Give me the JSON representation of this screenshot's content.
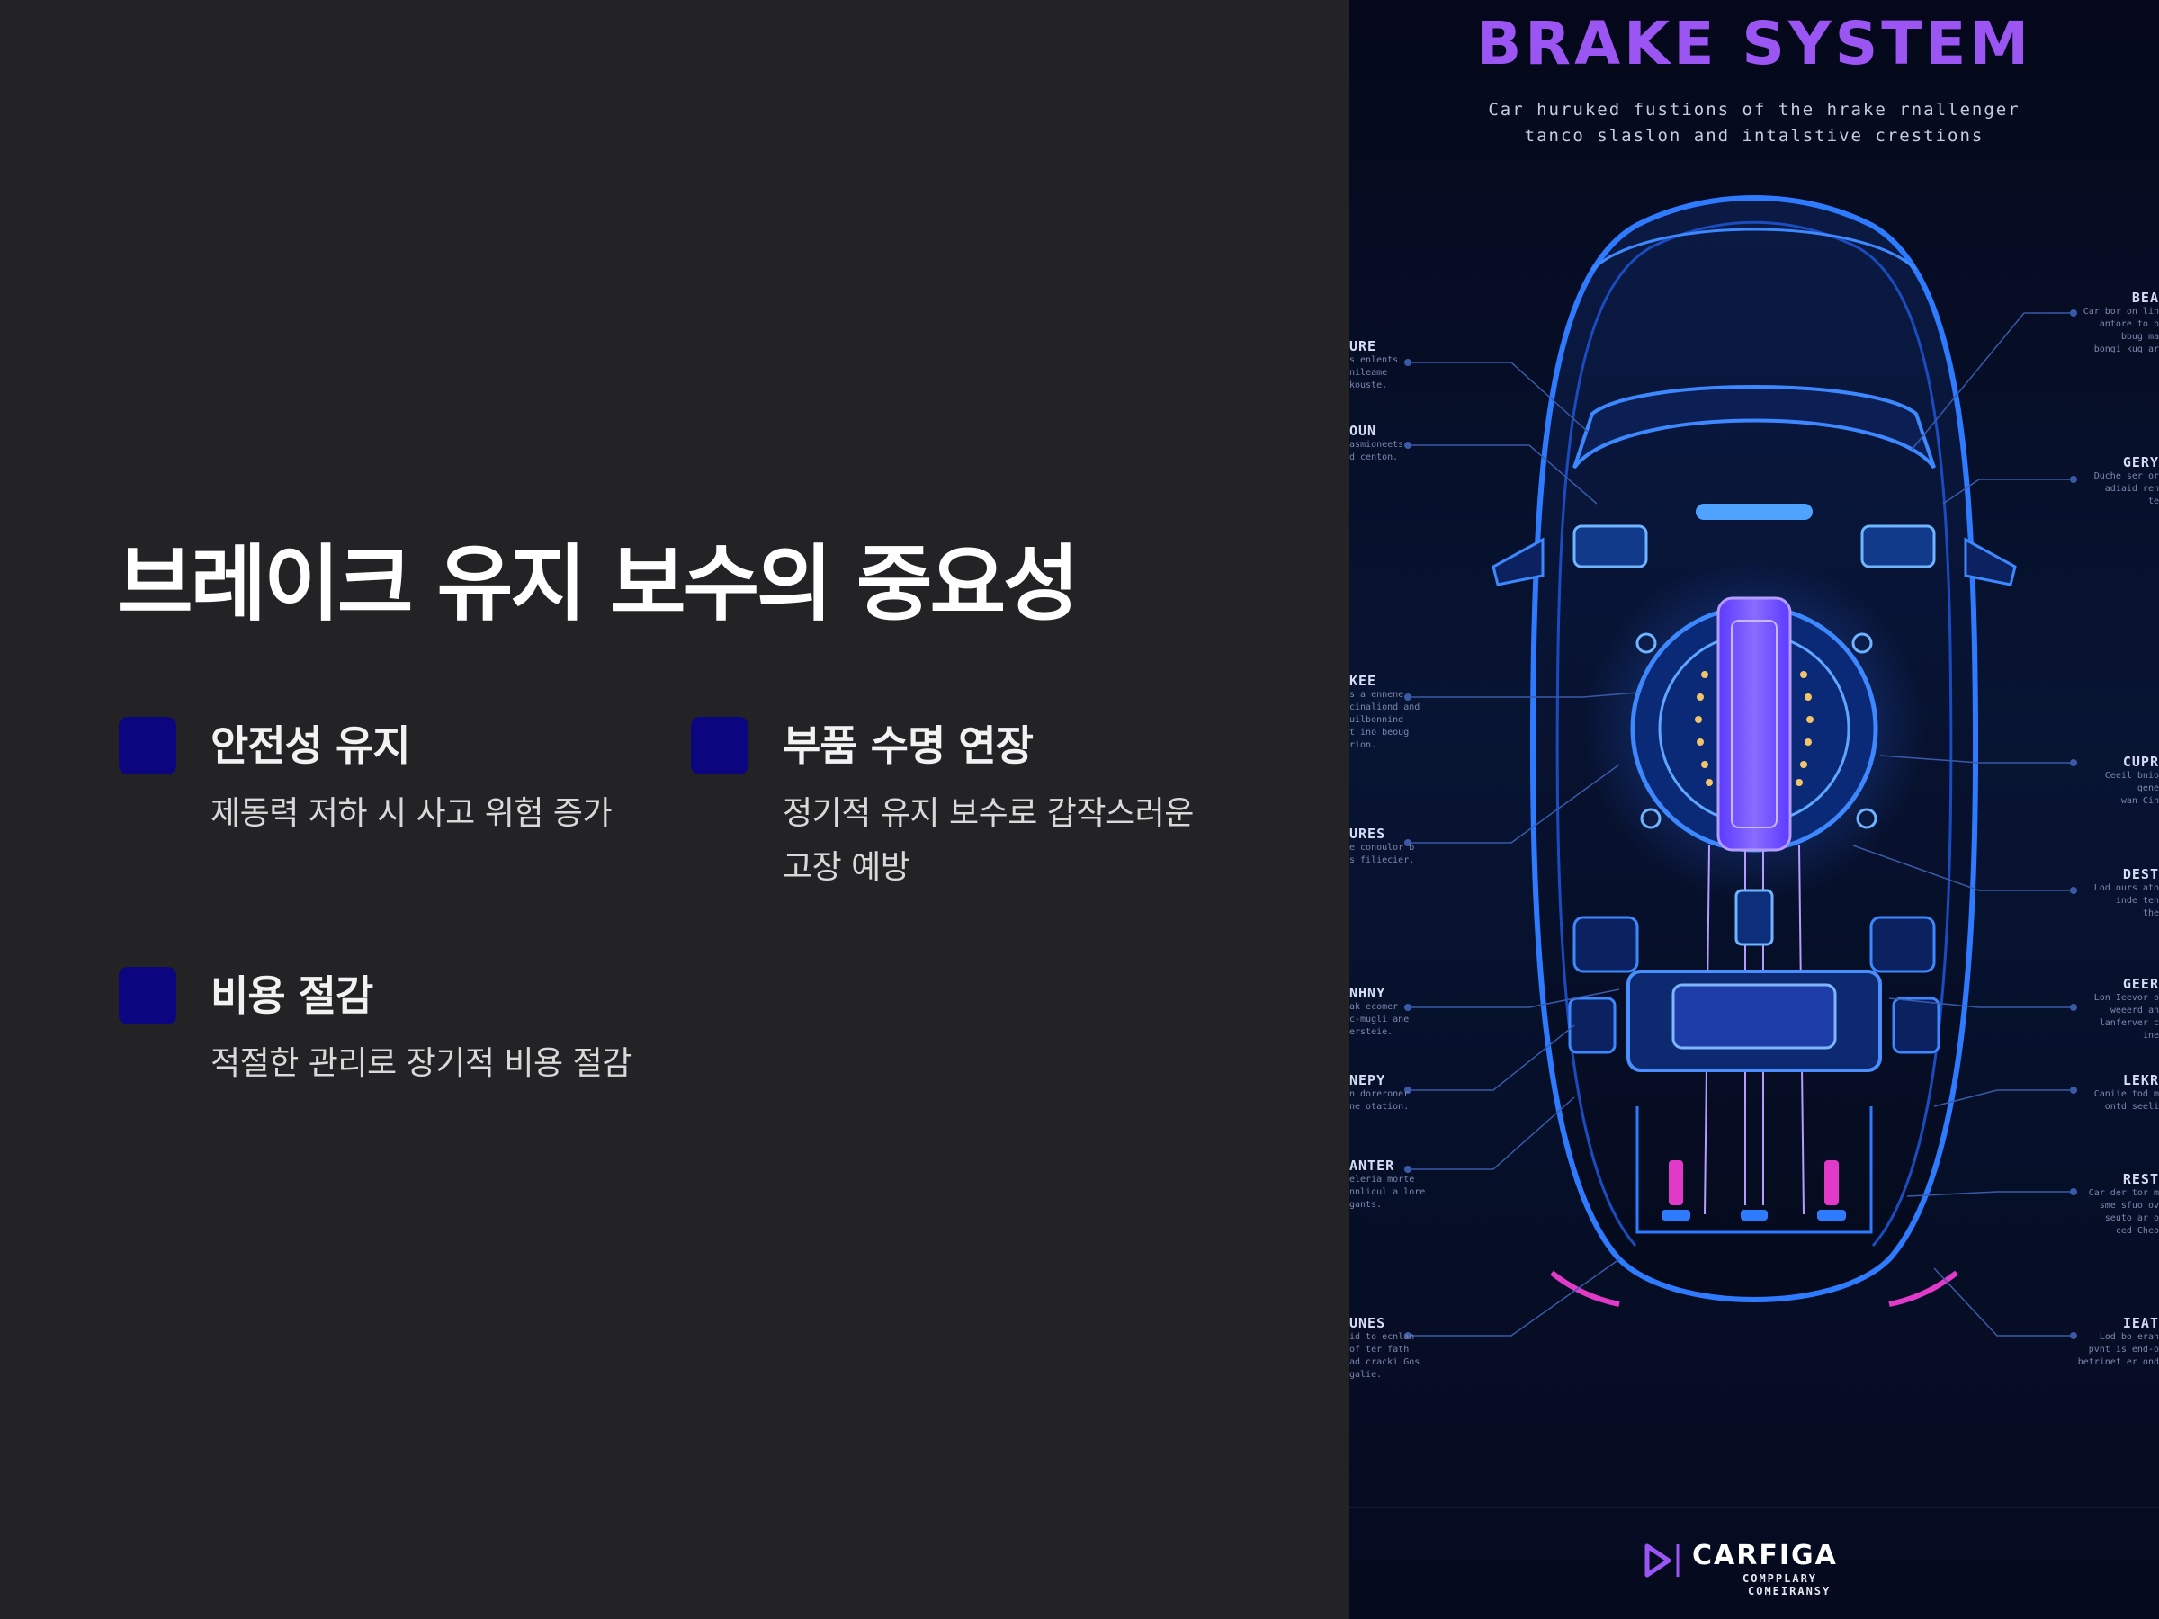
{
  "slide": {
    "title": "브레이크 유지 보수의 중요성",
    "features": [
      {
        "title": "안전성 유지",
        "description": "제동력 저하 시 사고 위험 증가"
      },
      {
        "title": "부품 수명 연장",
        "description": "정기적 유지 보수로 갑작스러운 고장 예방"
      },
      {
        "title": "비용 절감",
        "description": "적절한 관리로 장기적 비용 절감"
      }
    ]
  },
  "poster": {
    "title": "BRAKE SYSTEM",
    "subtitle_line1": "Car huruked fustions of the hrake rnallenger",
    "subtitle_line2": "tanco slaslon and intalstive crestions",
    "callouts_left": [
      {
        "head": "URE",
        "body": [
          "s enlents",
          "nileame",
          "kouste."
        ]
      },
      {
        "head": "OUN",
        "body": [
          "asmioneets",
          "d centon."
        ]
      },
      {
        "head": "KEE",
        "body": [
          "s a ennene",
          "cinaliond and",
          "uilbonnind",
          "t ino beoug",
          "rion."
        ]
      },
      {
        "head": "URES",
        "body": [
          "e conoulor b",
          "s filiecier."
        ]
      },
      {
        "head": "NHNY",
        "body": [
          "ak ecomer",
          "c-mugli ane",
          "ersteie."
        ]
      },
      {
        "head": "NEPY",
        "body": [
          "n doreroner",
          "ne otation."
        ]
      },
      {
        "head": "ANTER",
        "body": [
          "eleria morte",
          "nnlicul a lore",
          "gants."
        ]
      },
      {
        "head": "UNES",
        "body": [
          "id to ecnlan",
          "of ter fath",
          "ad cracki Gos",
          "galie."
        ]
      }
    ],
    "callouts_right": [
      {
        "head": "BEA",
        "body": [
          "Car bor on lin",
          "antore to b",
          "bbug ma",
          "bongi kug ar"
        ]
      },
      {
        "head": "GERY",
        "body": [
          "Duche ser or",
          "adiaid ren",
          "te"
        ]
      },
      {
        "head": "CUPR",
        "body": [
          "Ceeil bnio",
          "gene",
          "wan Cin"
        ]
      },
      {
        "head": "DEST",
        "body": [
          "Lod ours ato",
          "inde ten",
          "the"
        ]
      },
      {
        "head": "GEER",
        "body": [
          "Lon Ieevor o",
          "weeerd an",
          "lanferver c",
          "ine"
        ]
      },
      {
        "head": "LEKR",
        "body": [
          "Caniie tod m",
          "ontd seeli"
        ]
      },
      {
        "head": "REST",
        "body": [
          "Car der tor m",
          "sme sfuo ov",
          "seuto ar o",
          "ced Cheo"
        ]
      },
      {
        "head": "IEAT",
        "body": [
          "Lod bo eran",
          "pvnt is end-o",
          "betrinet er ond"
        ]
      }
    ],
    "brand": {
      "name": "CARFIGA",
      "tag1": "COMPPLARY",
      "tag2": "COMEIRANSY"
    }
  },
  "colors": {
    "background": "#232224",
    "bullet": "#0b0580",
    "poster_title": "#9a55f2",
    "neon_blue": "#2f7bff",
    "neon_purple": "#7d4dff",
    "accent_pink": "#e23ac8"
  }
}
